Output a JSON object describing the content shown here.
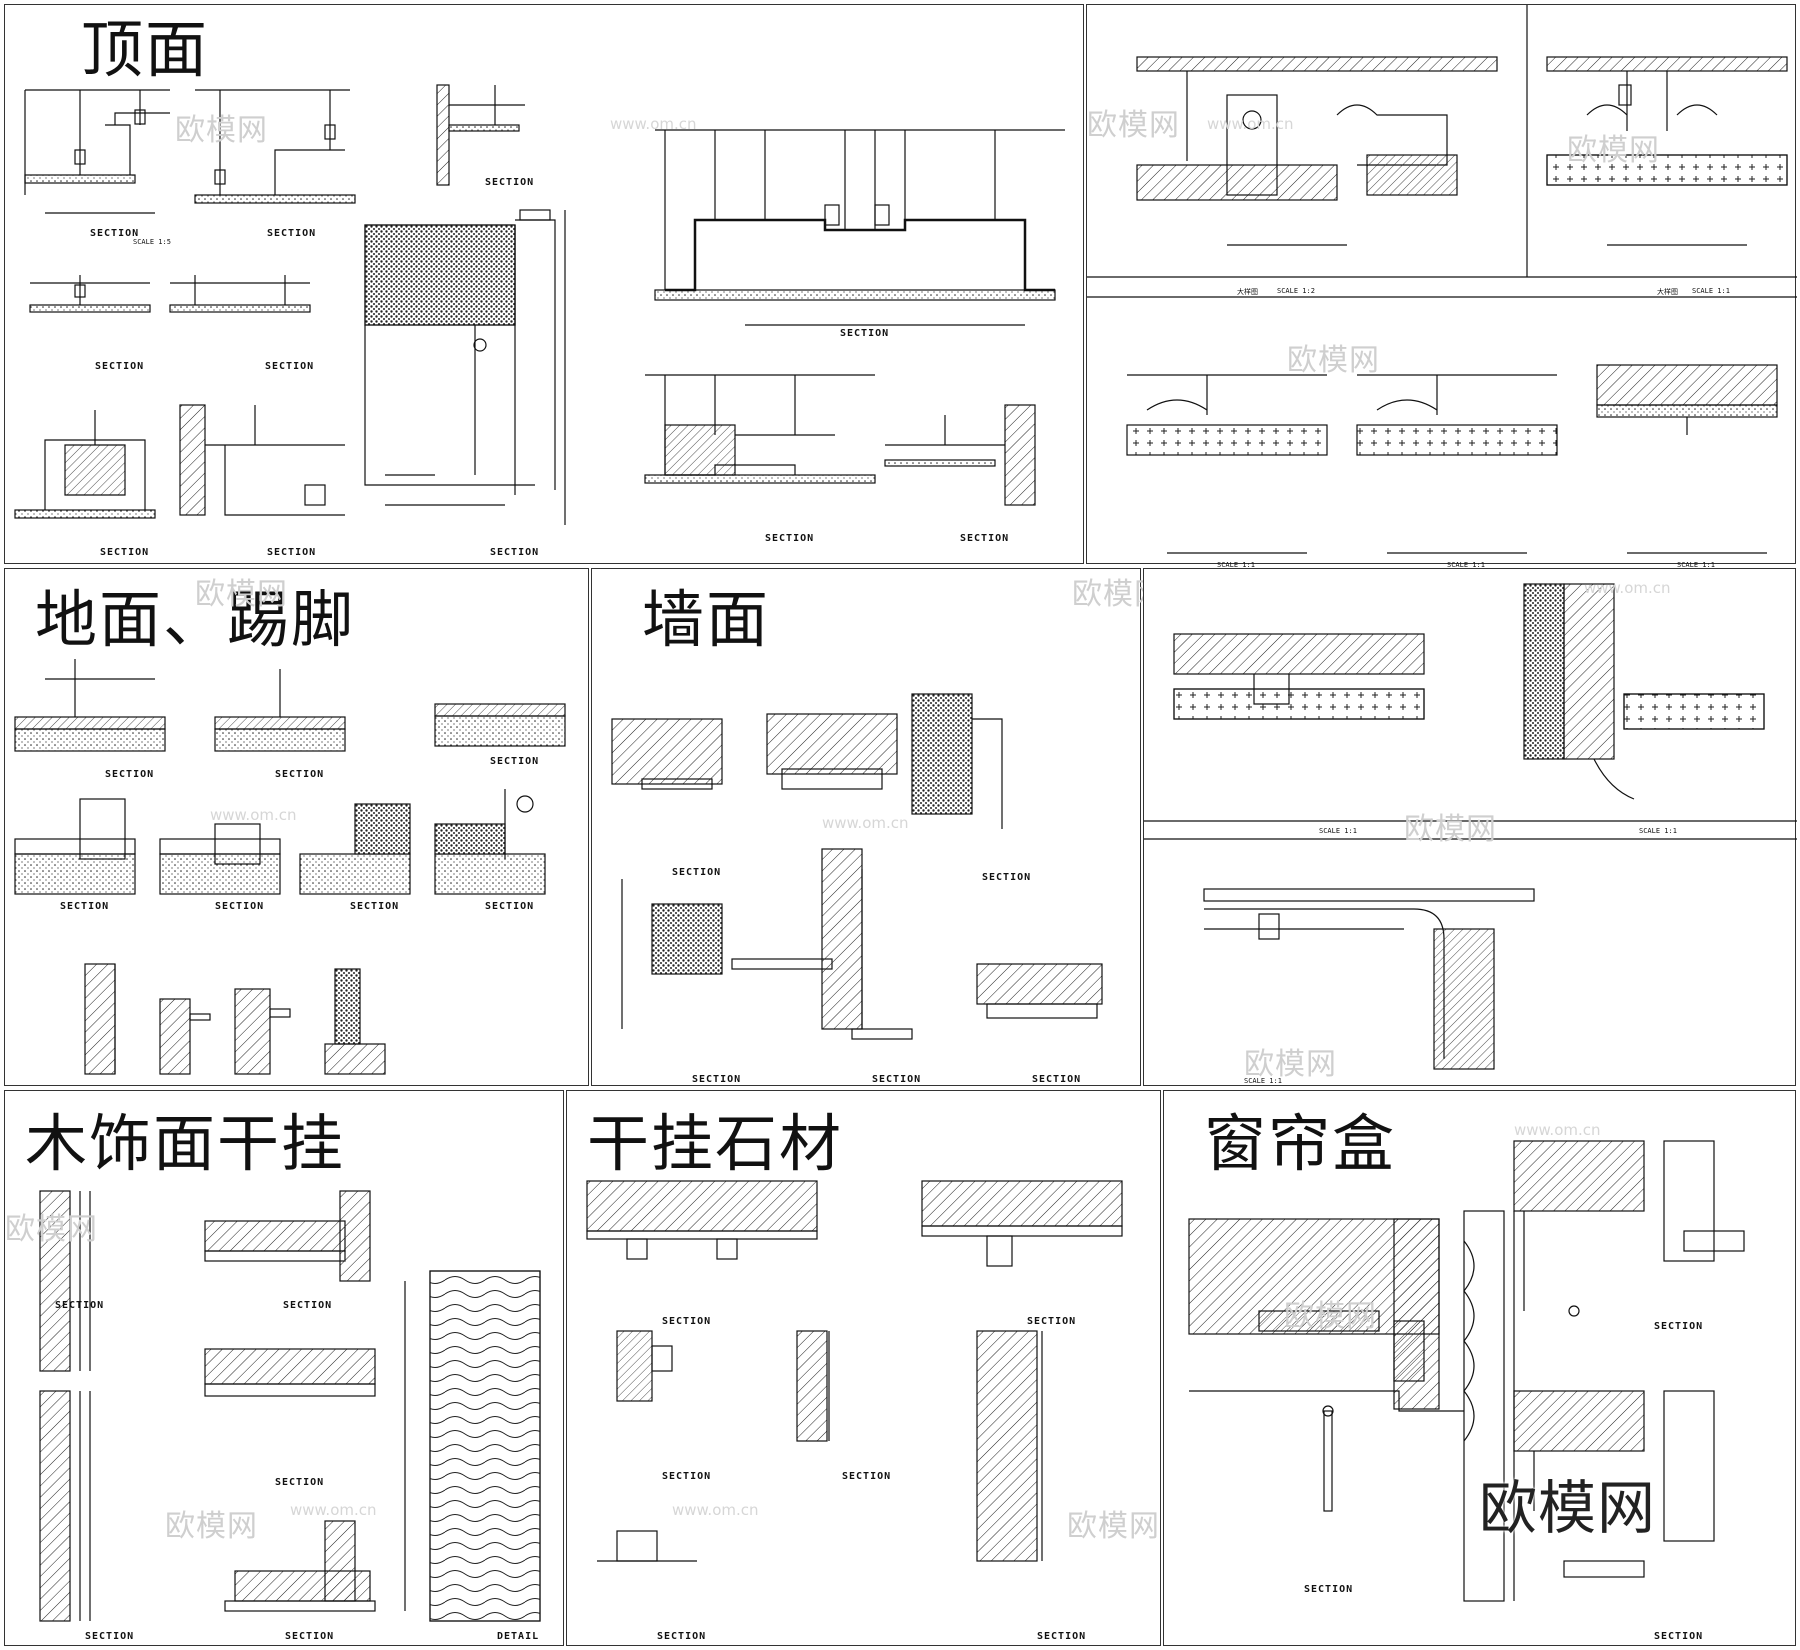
{
  "sheets": {
    "ceiling": {
      "title": "顶面"
    },
    "floor": {
      "title": "地面、踢脚"
    },
    "wall": {
      "title": "墙面"
    },
    "wood": {
      "title": "木饰面干挂"
    },
    "stone": {
      "title": "干挂石材"
    },
    "curtain": {
      "title": "窗帘盒"
    }
  },
  "labels": {
    "section": "SECTION",
    "scale": "SCALE 1:5",
    "detail": "DETAIL",
    "scale_half": "SCALE 1:2",
    "scale_one": "SCALE 1:1",
    "scale_sheet": "大样图"
  },
  "watermark": {
    "cn": "欧模网",
    "url": "www.om.cn",
    "brand": "欧模网"
  },
  "colors": {
    "line": "#111111",
    "hatch": "#222222",
    "border": "#333333"
  }
}
